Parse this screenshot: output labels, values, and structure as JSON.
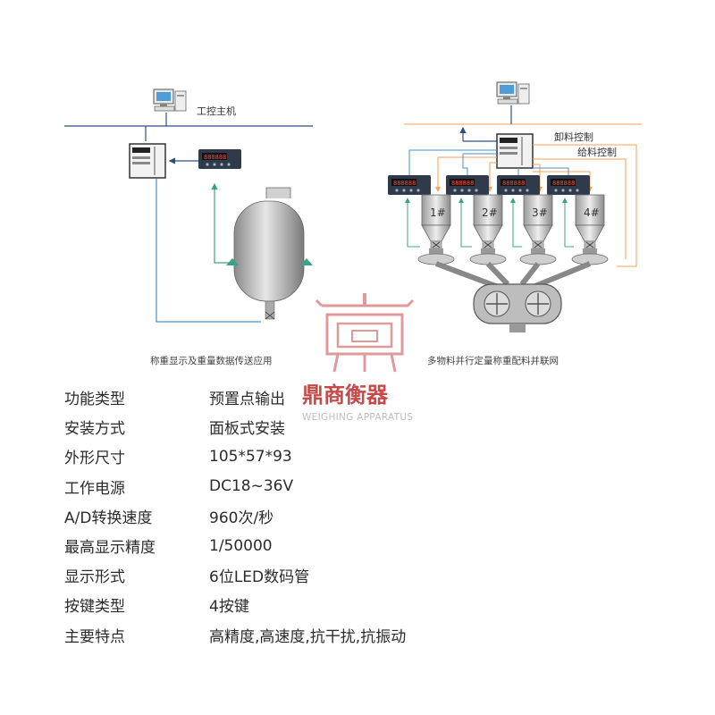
{
  "left_diagram": {
    "host_label": "工控主机",
    "caption": "称重显示及重量数据传送应用"
  },
  "right_diagram": {
    "discharge_label": "卸料控制",
    "feed_label": "给料控制",
    "hoppers": [
      "1#",
      "2#",
      "3#",
      "4#"
    ],
    "caption": "多物料并行定量称重配料并联网"
  },
  "watermark": {
    "brand_cn": "鼎商衡器",
    "brand_en": "WEIGHING APPARATUS"
  },
  "specs": [
    {
      "key": "功能类型",
      "value": "预置点输出"
    },
    {
      "key": "安装方式",
      "value": "面板式安装"
    },
    {
      "key": "外形尺寸",
      "value": "105*57*93"
    },
    {
      "key": "工作电源",
      "value": "DC18~36V"
    },
    {
      "key": "A/D转换速度",
      "value": "960次/秒"
    },
    {
      "key": "最高显示精度",
      "value": "1/50000"
    },
    {
      "key": "显示形式",
      "value": "6位LED数码管"
    },
    {
      "key": "按键类型",
      "value": "4按键"
    },
    {
      "key": "主要特点",
      "value": "高精度,高速度,抗干扰,抗振动"
    }
  ],
  "colors": {
    "network_line": "#2d4f7c",
    "signal_line": "#3aa38a",
    "feed_line": "#f0a35a",
    "blue_line": "#4a8fc9",
    "brand_red": "#c64a4a"
  }
}
